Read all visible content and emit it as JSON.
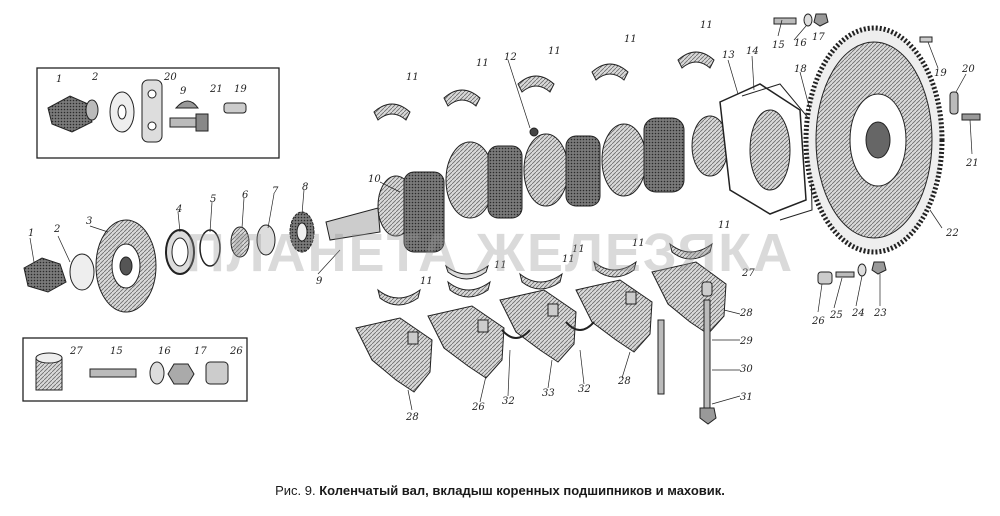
{
  "figure": {
    "caption_prefix": "Рис. 9.",
    "caption_title": "Коленчатый вал, вкладыш коренных подшипников и маховик.",
    "watermark": "ПЛАНЕТА ЖЕЛЕЗЯКА"
  },
  "callouts": {
    "n1a": "1",
    "n2a": "2",
    "n20a": "20",
    "n9a": "9",
    "n21a": "21",
    "n19a": "19",
    "n1": "1",
    "n2": "2",
    "n3": "3",
    "n4": "4",
    "n5": "5",
    "n6": "6",
    "n7": "7",
    "n8": "8",
    "n9": "9",
    "n10": "10",
    "n12": "12",
    "n13": "13",
    "n14": "14",
    "n15": "15",
    "n16": "16",
    "n17": "17",
    "n18": "18",
    "n19": "19",
    "n20": "20",
    "n21": "21",
    "n22": "22",
    "n11a": "11",
    "n11b": "11",
    "n11c": "11",
    "n11d": "11",
    "n11e": "11",
    "n11f": "11",
    "n11g": "11",
    "n11h": "11",
    "n11i": "11",
    "n11j": "11",
    "n11k": "11",
    "n27": "27",
    "n28a": "28",
    "n28b": "28",
    "n28c": "28",
    "n29": "29",
    "n30": "30",
    "n31": "31",
    "n26a": "26",
    "n32a": "32",
    "n33": "33",
    "n32b": "32",
    "n26": "26",
    "n25": "25",
    "n24": "24",
    "n23": "23",
    "b27": "27",
    "b15": "15",
    "b16": "16",
    "b17": "17",
    "b26": "26"
  }
}
